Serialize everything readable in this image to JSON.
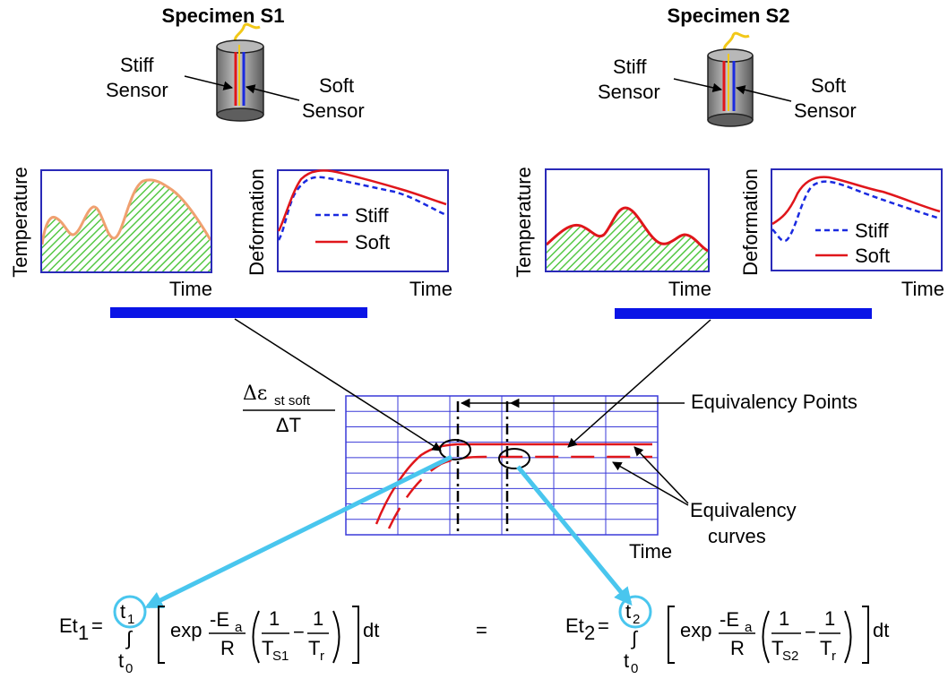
{
  "specimens": [
    {
      "title": "Specimen S1",
      "stiff_sensor_line1": "Stiff",
      "stiff_sensor_line2": "Sensor",
      "soft_sensor_line1": "Soft",
      "soft_sensor_line2": "Sensor",
      "temp_ylabel": "Temperature",
      "temp_xlabel": "Time",
      "def_ylabel": "Deformation",
      "def_xlabel": "Time",
      "legend_stiff": "Stiff",
      "legend_soft": "Soft"
    },
    {
      "title": "Specimen S2",
      "stiff_sensor_line1": "Stiff",
      "stiff_sensor_line2": "Sensor",
      "soft_sensor_line1": "Soft",
      "soft_sensor_line2": "Sensor",
      "temp_ylabel": "Temperature",
      "temp_xlabel": "Time",
      "def_ylabel": "Deformation",
      "def_xlabel": "Time",
      "legend_stiff": "Stiff",
      "legend_soft": "Soft"
    }
  ],
  "center_chart": {
    "ylabel_num_symbol": "Δε",
    "ylabel_num_subscript": "st  soft",
    "ylabel_den": "ΔT",
    "xlabel": "Time",
    "equivalency_points_label": "Equivalency Points",
    "equivalency_curves_line1": "Equivalency",
    "equivalency_curves_line2": "curves"
  },
  "equation": {
    "left_lhs": "Et",
    "left_lhs_sub": "1",
    "right_lhs": "Et",
    "right_lhs_sub": "2",
    "equals": "=",
    "upper_limit_left": "t",
    "upper_limit_left_sub": "1",
    "upper_limit_right": "t",
    "upper_limit_right_sub": "2",
    "lower_limit": "t",
    "lower_limit_sub": "0",
    "exp": "exp",
    "neg_ea": "-E",
    "ea_sub": "a",
    "r": "R",
    "one": "1",
    "ts_left": "T",
    "ts_left_sub": "S1",
    "ts_right": "T",
    "ts_right_sub": "S2",
    "tr": "T",
    "tr_sub": "r",
    "minus": "−",
    "dt": "dt"
  },
  "colors": {
    "frame_blue": "#2a2ab8",
    "bar_blue": "#0a14e6",
    "soft_red": "#e0161b",
    "stiff_blue": "#1a2ae0",
    "fill_green": "#55c845",
    "temp_curve": "#f0a070",
    "arrow_cyan": "#49c6ee",
    "grid_blue": "#3a3ad8"
  }
}
